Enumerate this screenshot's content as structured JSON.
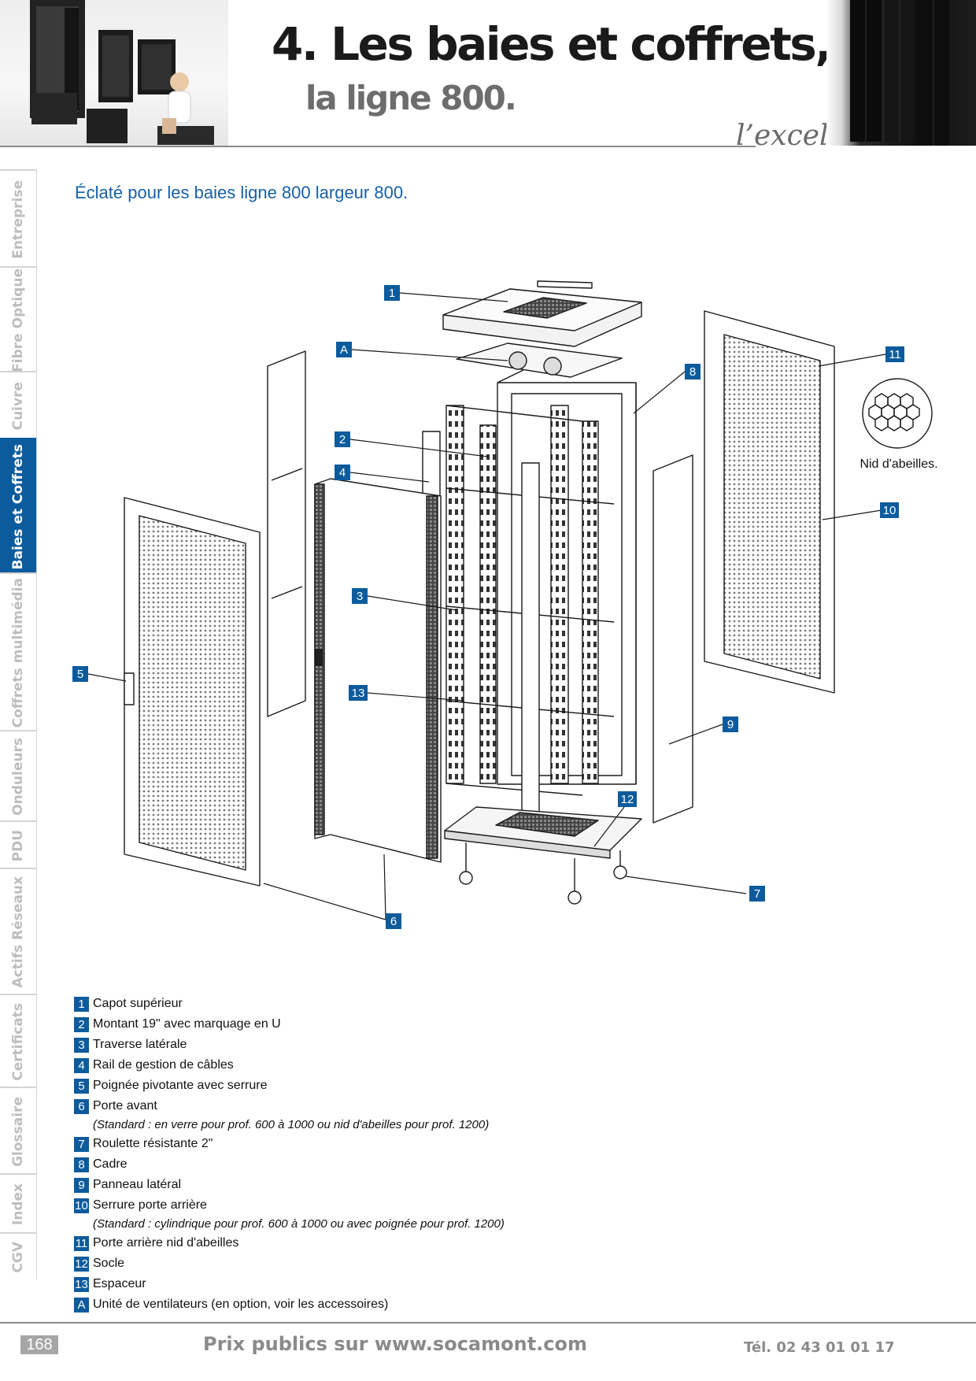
{
  "header": {
    "title": "4. Les baies et coffrets,",
    "subtitle": "la ligne 800.",
    "tagline": "l’excellence..."
  },
  "side_nav": [
    {
      "label": "Entreprise",
      "active": false
    },
    {
      "label": "Fibre Optique",
      "active": false
    },
    {
      "label": "Cuivre",
      "active": false
    },
    {
      "label": "Baies et Coffrets",
      "active": true
    },
    {
      "label": "Coffrets multimédia",
      "active": false
    },
    {
      "label": "Onduleurs",
      "active": false
    },
    {
      "label": "PDU",
      "active": false
    },
    {
      "label": "Actifs Réseaux",
      "active": false
    },
    {
      "label": "Certificats",
      "active": false
    },
    {
      "label": "Glossaire",
      "active": false
    },
    {
      "label": "Index",
      "active": false
    },
    {
      "label": "CGV",
      "active": false
    }
  ],
  "content": {
    "subtitle": "Éclaté pour les baies ligne 800 largeur 800."
  },
  "diagram": {
    "callouts": [
      "1",
      "A",
      "8",
      "11",
      "2",
      "4",
      "10",
      "3",
      "5",
      "13",
      "9",
      "12",
      "7",
      "6"
    ],
    "honeycomb_label": "Nid d'abeilles."
  },
  "legend": [
    {
      "num": "1",
      "text": "Capot supérieur"
    },
    {
      "num": "2",
      "text": "Montant 19\" avec marquage en U"
    },
    {
      "num": "3",
      "text": "Traverse latérale"
    },
    {
      "num": "4",
      "text": "Rail de gestion de câbles"
    },
    {
      "num": "5",
      "text": "Poignée pivotante avec serrure"
    },
    {
      "num": "6",
      "text": "Porte avant",
      "note": "(Standard : en verre pour prof. 600 à 1000 ou nid d'abeilles pour prof. 1200)"
    },
    {
      "num": "7",
      "text": "Roulette résistante 2\""
    },
    {
      "num": "8",
      "text": "Cadre"
    },
    {
      "num": "9",
      "text": "Panneau latéral"
    },
    {
      "num": "10",
      "text": "Serrure porte arrière",
      "note": "(Standard : cylindrique pour prof. 600 à 1000 ou avec poignée pour prof. 1200)"
    },
    {
      "num": "11",
      "text": "Porte arrière nid d'abeilles"
    },
    {
      "num": "12",
      "text": "Socle"
    },
    {
      "num": "13",
      "text": "Espaceur"
    },
    {
      "num": "A",
      "text": "Unité de ventilateurs (en option, voir les accessoires)"
    }
  ],
  "footer": {
    "page_number": "168",
    "center": "Prix publics sur www.socamont.com",
    "right": "Tél. 02 43 01 01 17"
  },
  "colors": {
    "accent_blue": "#0c5b9d",
    "subtitle_blue": "#1660a6",
    "grey_text": "#8a8a8a"
  }
}
